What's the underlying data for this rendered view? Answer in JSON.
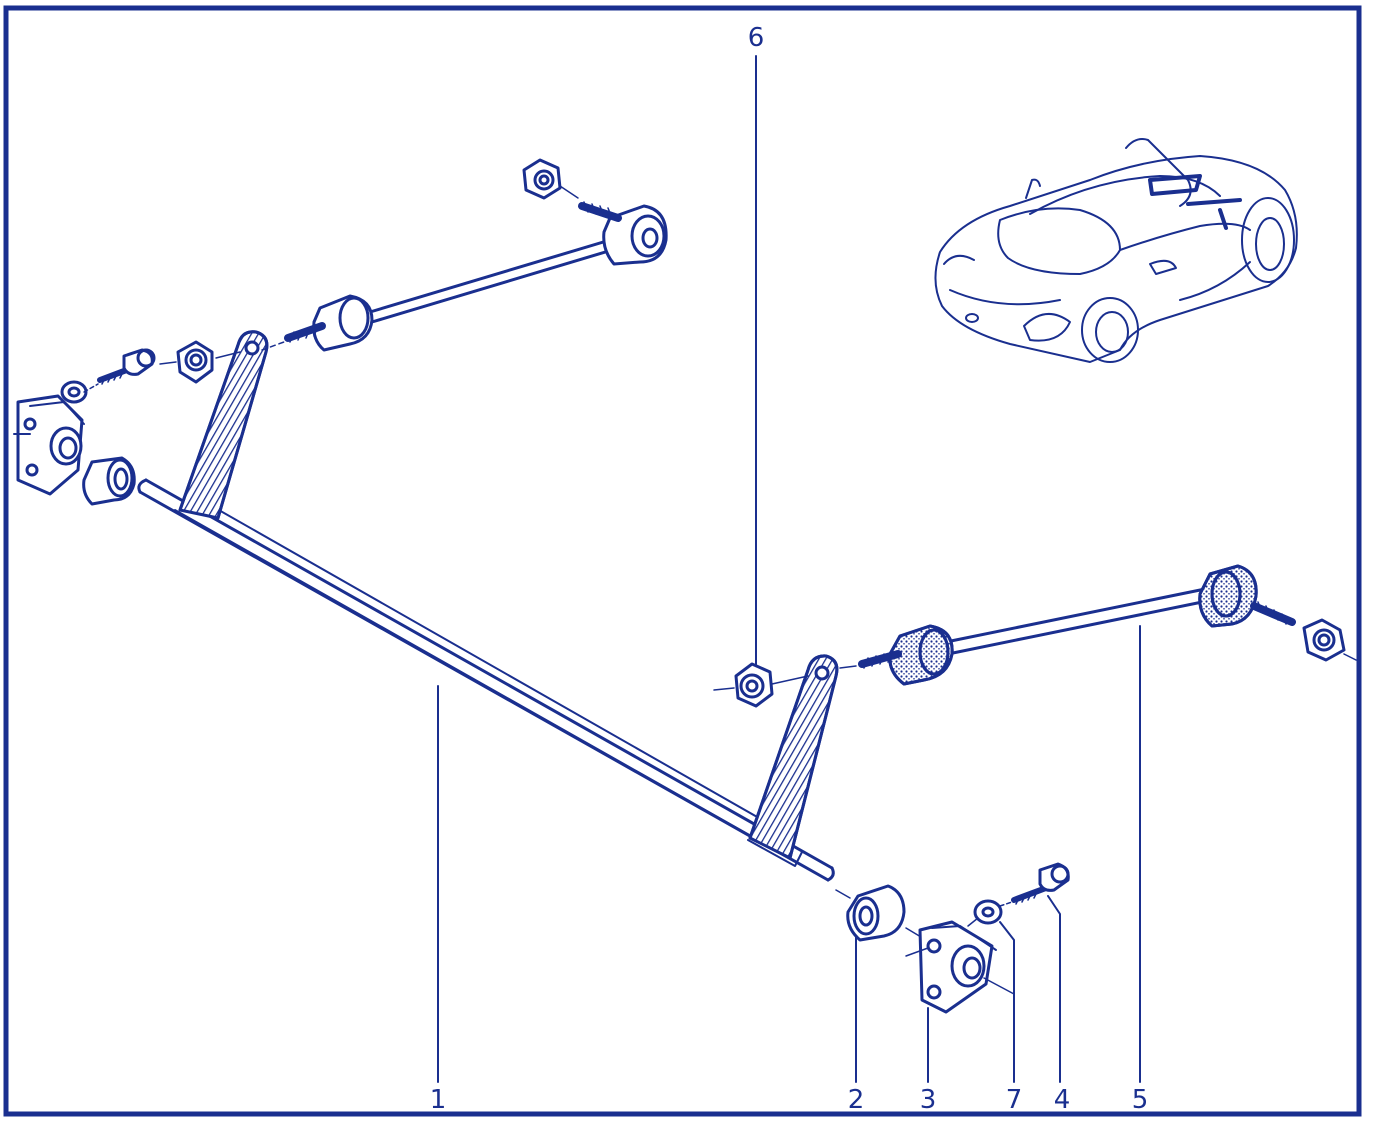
{
  "diagram": {
    "ink_color": "#1a2f8f",
    "background_color": "#ffffff",
    "callouts": [
      {
        "id": "c1",
        "label": "1"
      },
      {
        "id": "c2",
        "label": "2"
      },
      {
        "id": "c3",
        "label": "3"
      },
      {
        "id": "c7",
        "label": "7"
      },
      {
        "id": "c4",
        "label": "4"
      },
      {
        "id": "c5",
        "label": "5"
      },
      {
        "id": "c6",
        "label": "6"
      }
    ]
  }
}
